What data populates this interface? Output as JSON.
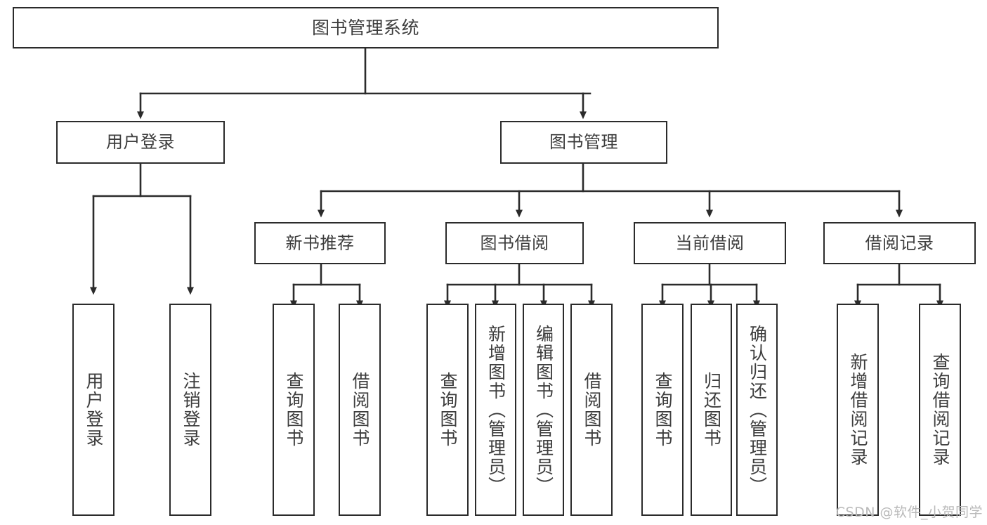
{
  "diagram": {
    "type": "tree",
    "title": "图书管理系统",
    "root": {
      "label": "图书管理系统"
    },
    "level1": [
      {
        "label": "用户登录"
      },
      {
        "label": "图书管理"
      }
    ],
    "level2": [
      {
        "label": "新书推荐",
        "parent": "图书管理"
      },
      {
        "label": "图书借阅",
        "parent": "图书管理"
      },
      {
        "label": "当前借阅",
        "parent": "图书管理"
      },
      {
        "label": "借阅记录",
        "parent": "图书管理"
      }
    ],
    "leaves": {
      "user_login": [
        {
          "label": "用户登录"
        },
        {
          "label": "注销登录"
        }
      ],
      "new_book": [
        {
          "label": "查询图书"
        },
        {
          "label": "借阅图书"
        }
      ],
      "borrow_book": [
        {
          "label": "查询图书"
        },
        {
          "label": "新增图书（管理员）"
        },
        {
          "label": "编辑图书（管理员）"
        },
        {
          "label": "借阅图书"
        }
      ],
      "current_borrow": [
        {
          "label": "查询图书"
        },
        {
          "label": "归还图书"
        },
        {
          "label": "确认归还（管理员）"
        }
      ],
      "borrow_record": [
        {
          "label": "新增借阅记录"
        },
        {
          "label": "查询借阅记录"
        }
      ]
    }
  },
  "watermark": {
    "text": "CSDN @软件_小贺同学"
  },
  "colors": {
    "line": "#2b2b2b",
    "box_border": "#2b2b2b",
    "box_fill": "#ffffff",
    "text": "#3d3d3d",
    "watermark": "#b9b9b9"
  }
}
